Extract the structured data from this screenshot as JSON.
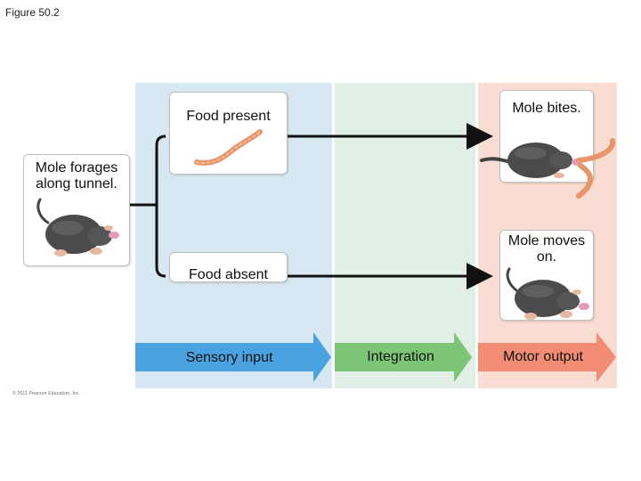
{
  "figure": {
    "title": "Figure 50.2",
    "copyright": "© 2011 Pearson Education, Inc."
  },
  "cards": {
    "mole_forages": "Mole forages along tunnel.",
    "food_present": "Food present",
    "food_absent": "Food absent",
    "mole_bites": "Mole bites.",
    "mole_moves": "Mole moves on."
  },
  "stages": {
    "sensory": "Sensory input",
    "integration": "Integration",
    "motor": "Motor output"
  },
  "colors": {
    "sensory_panel": "#d8e8f2",
    "integration_panel": "#e1efe6",
    "motor_panel": "#f9dcd2",
    "sensory_arrow": "#4aa3e0",
    "integration_arrow": "#7cc576",
    "motor_arrow": "#f28c73"
  },
  "icons": {
    "mole": "mole-illustration",
    "worm": "earthworm-illustration"
  }
}
